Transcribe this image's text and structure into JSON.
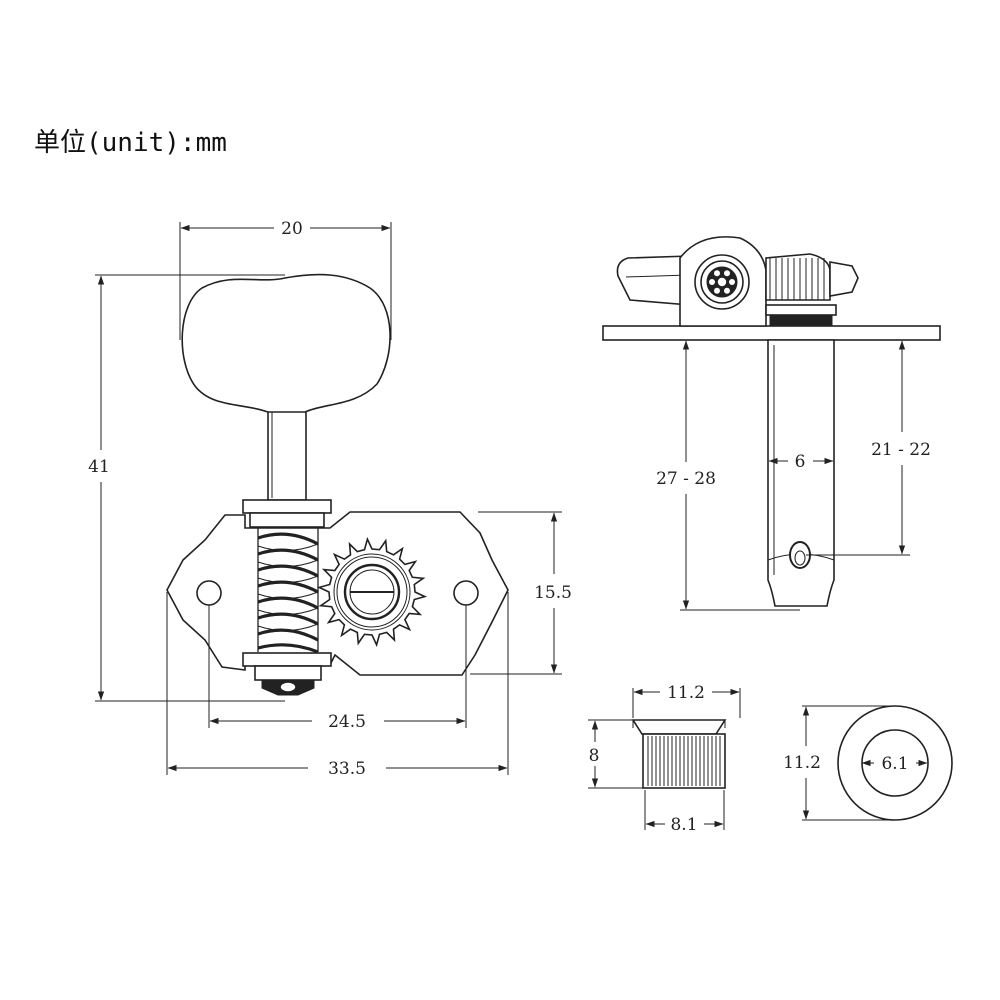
{
  "unit_label": "单位(unit):mm",
  "front_view": {
    "knob_width": "20",
    "total_height": "41",
    "plate_height": "15.5",
    "hole_spacing": "24.5",
    "plate_width": "33.5"
  },
  "side_view": {
    "post_length": "27 - 28",
    "post_diameter": "6",
    "hole_height": "21 - 22"
  },
  "bushing_side": {
    "flange_diameter": "11.2",
    "height": "8",
    "body_diameter": "8.1"
  },
  "bushing_top": {
    "outer_diameter": "11.2",
    "inner_diameter": "6.1"
  }
}
